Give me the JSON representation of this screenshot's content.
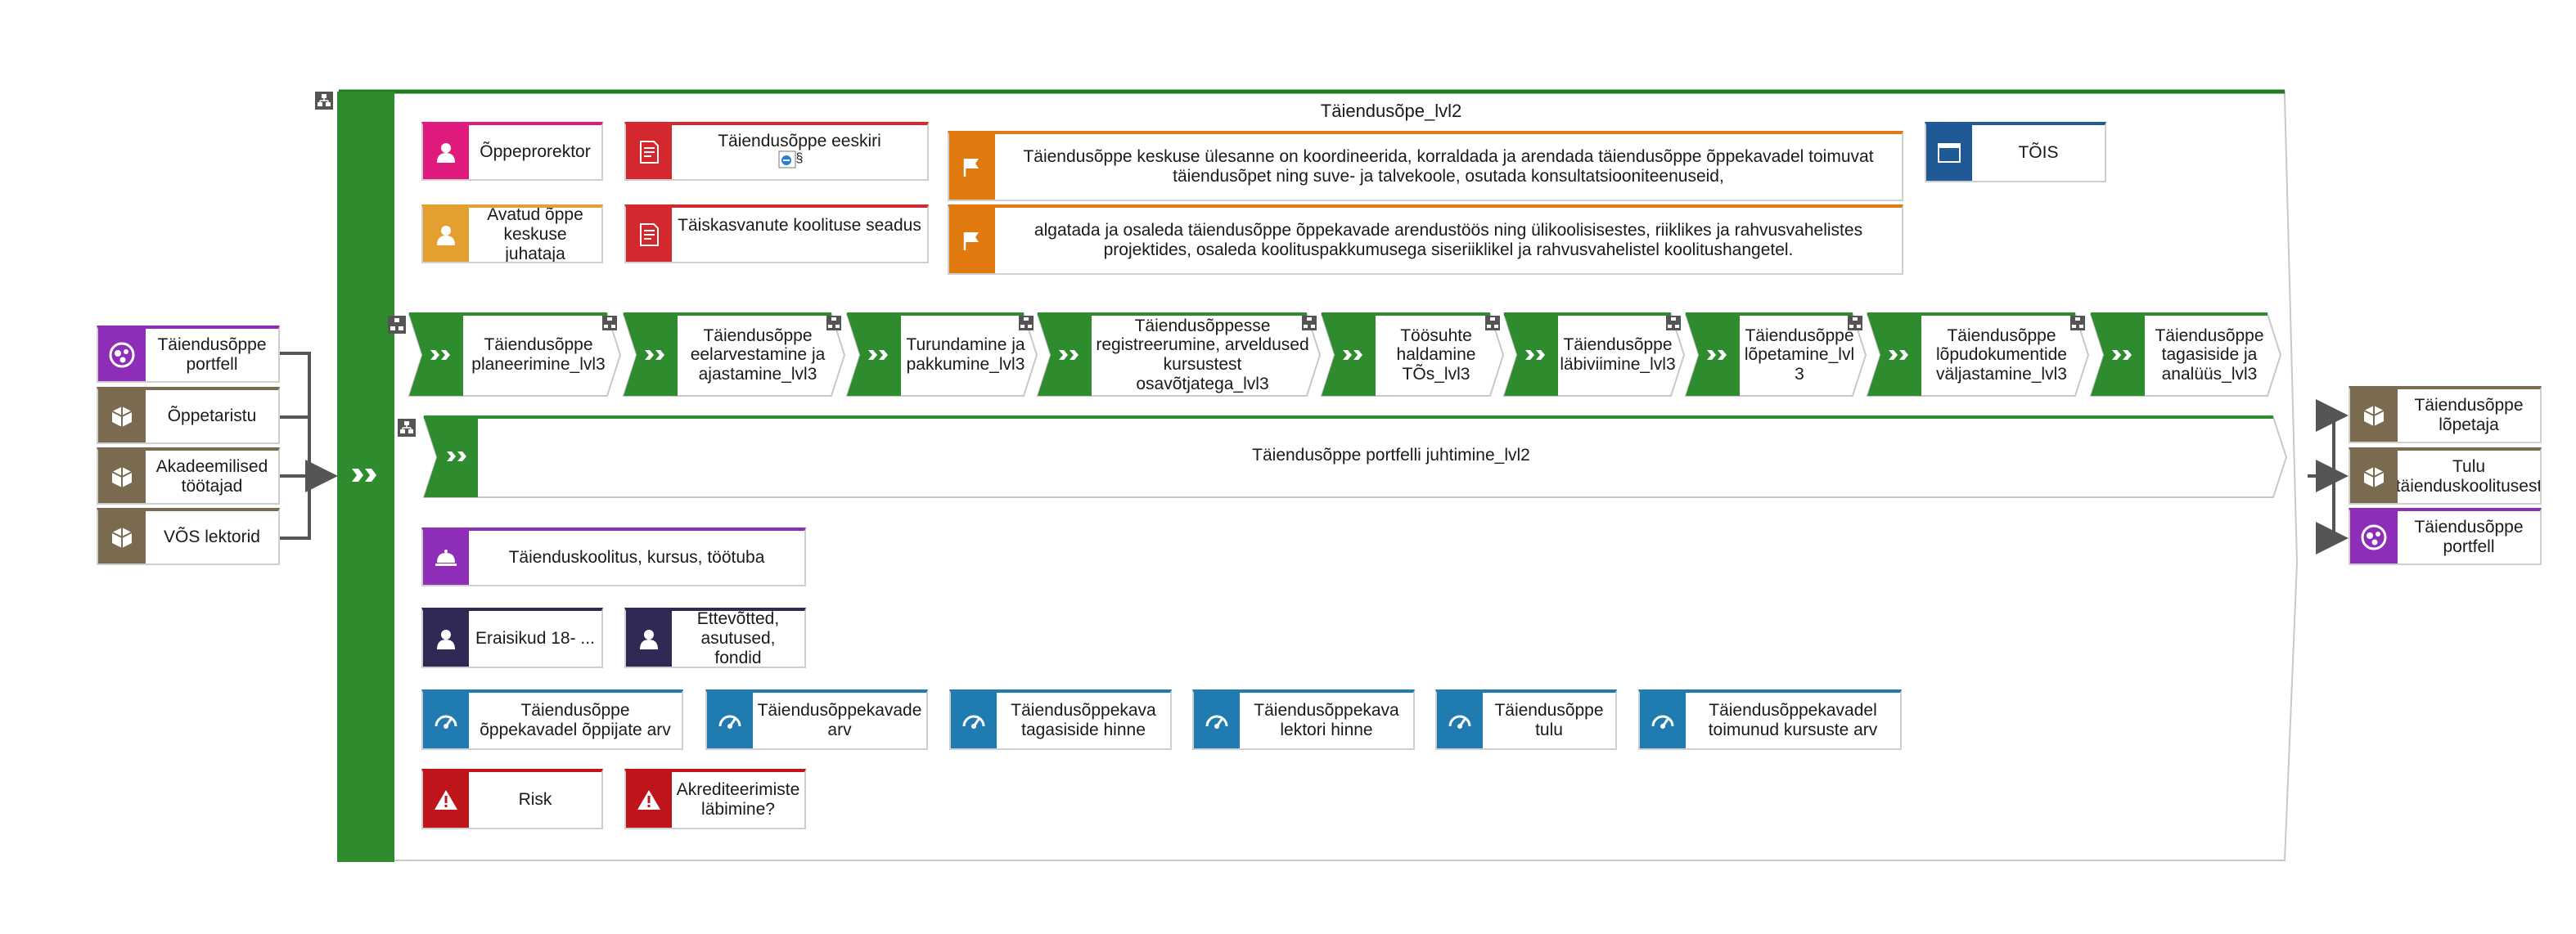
{
  "container_title": "Täiendusõpe_lvl2",
  "inputs": [
    {
      "label": "Täiendusõppe portfell",
      "icon": "portfolio-icon",
      "color": "#8e2eb8"
    },
    {
      "label": "Õppetaristu",
      "icon": "cube-icon",
      "color": "#7a6a4f"
    },
    {
      "label": "Akadeemilised töötajad",
      "icon": "cube-icon",
      "color": "#7a6a4f"
    },
    {
      "label": "VÕS lektorid",
      "icon": "cube-icon",
      "color": "#7a6a4f"
    }
  ],
  "outputs": [
    {
      "label": "Täiendusõppe lõpetaja",
      "icon": "cube-icon",
      "color": "#7a6a4f"
    },
    {
      "label": "Tulu täienduskoolitusest",
      "icon": "cube-icon",
      "color": "#7a6a4f"
    },
    {
      "label": "Täiendusõppe portfell",
      "icon": "portfolio-icon",
      "color": "#8e2eb8"
    }
  ],
  "roles": [
    {
      "label": "Õppeprorektor",
      "color": "#e0197d"
    },
    {
      "label": "Avatud õppe keskuse juhataja",
      "color": "#e3a030"
    }
  ],
  "documents": [
    {
      "label": "Täiendusõppe eeskiri",
      "sub": "§",
      "color": "#d3282e"
    },
    {
      "label": "Täiskasvanute koolituse seadus",
      "color": "#d3282e"
    }
  ],
  "goals": [
    {
      "label": "Täiendusõppe keskuse ülesanne on koordineerida, korraldada ja arendada täiendusõppe õppekavadel toimuvat täiendusõpet ning suve- ja talvekoole, osutada konsultatsiooniteenuseid,",
      "color": "#e07a0f"
    },
    {
      "label": "algatada ja osaleda täiendusõppe õppekavade arendustöös ning ülikoolisisestes, riiklikes ja rahvusvahelistes projektides, osaleda koolituspakkumusega siseriiklikel ja rahvusvahelistel koolitushangetel.",
      "color": "#e07a0f"
    }
  ],
  "system": {
    "label": "TÕIS",
    "color": "#1f5a96"
  },
  "processes": [
    "Täiendusõppe planeerimine_lvl3",
    "Täiendusõppe eelarvestamine ja ajastamine_lvl3",
    "Turundamine ja pakkumine_lvl3",
    "Täiendusõppesse registreerumine, arveldused kursustest osavõtjatega_lvl3",
    "Töösuhte haldamine TÕs_lvl3",
    "Täiendusõppe läbiviimine_lvl3",
    "Täiendusõppe lõpetamine_lvl 3",
    "Täiendusõppe lõpudokumentide väljastamine_lvl3",
    "Täiendusõppe tagasiside ja analüüs_lvl3"
  ],
  "portfolio_process": "Täiendusõppe portfelli juhtimine_lvl2",
  "product": {
    "label": "Täienduskoolitus, kursus, töötuba",
    "color": "#8e2eb8"
  },
  "customers": [
    {
      "label": "Eraisikud 18- ...",
      "color": "#2f2a55"
    },
    {
      "label": "Ettevõtted, asutused, fondid",
      "color": "#2f2a55"
    }
  ],
  "kpis": [
    {
      "label": "Täiendusõppe õppekavadel õppijate arv",
      "color": "#1f7bb0"
    },
    {
      "label": "Täiendusõppekavade arv",
      "color": "#1f7bb0"
    },
    {
      "label": "Täiendusõppekava tagasiside hinne",
      "color": "#1f7bb0"
    },
    {
      "label": "Täiendusõppekava lektori hinne",
      "color": "#1f7bb0"
    },
    {
      "label": "Täiendusõppe tulu",
      "color": "#1f7bb0"
    },
    {
      "label": "Täiendusõppekavadel toimunud kursuste arv",
      "color": "#1f7bb0"
    }
  ],
  "risks": [
    {
      "label": "Risk",
      "color": "#c0141b"
    },
    {
      "label": "Akrediteerimiste läbimine?",
      "color": "#c0141b"
    }
  ],
  "colors": {
    "process_green": "#2e8b2e",
    "container_border": "#1f7a1f",
    "connector": "#555555"
  }
}
